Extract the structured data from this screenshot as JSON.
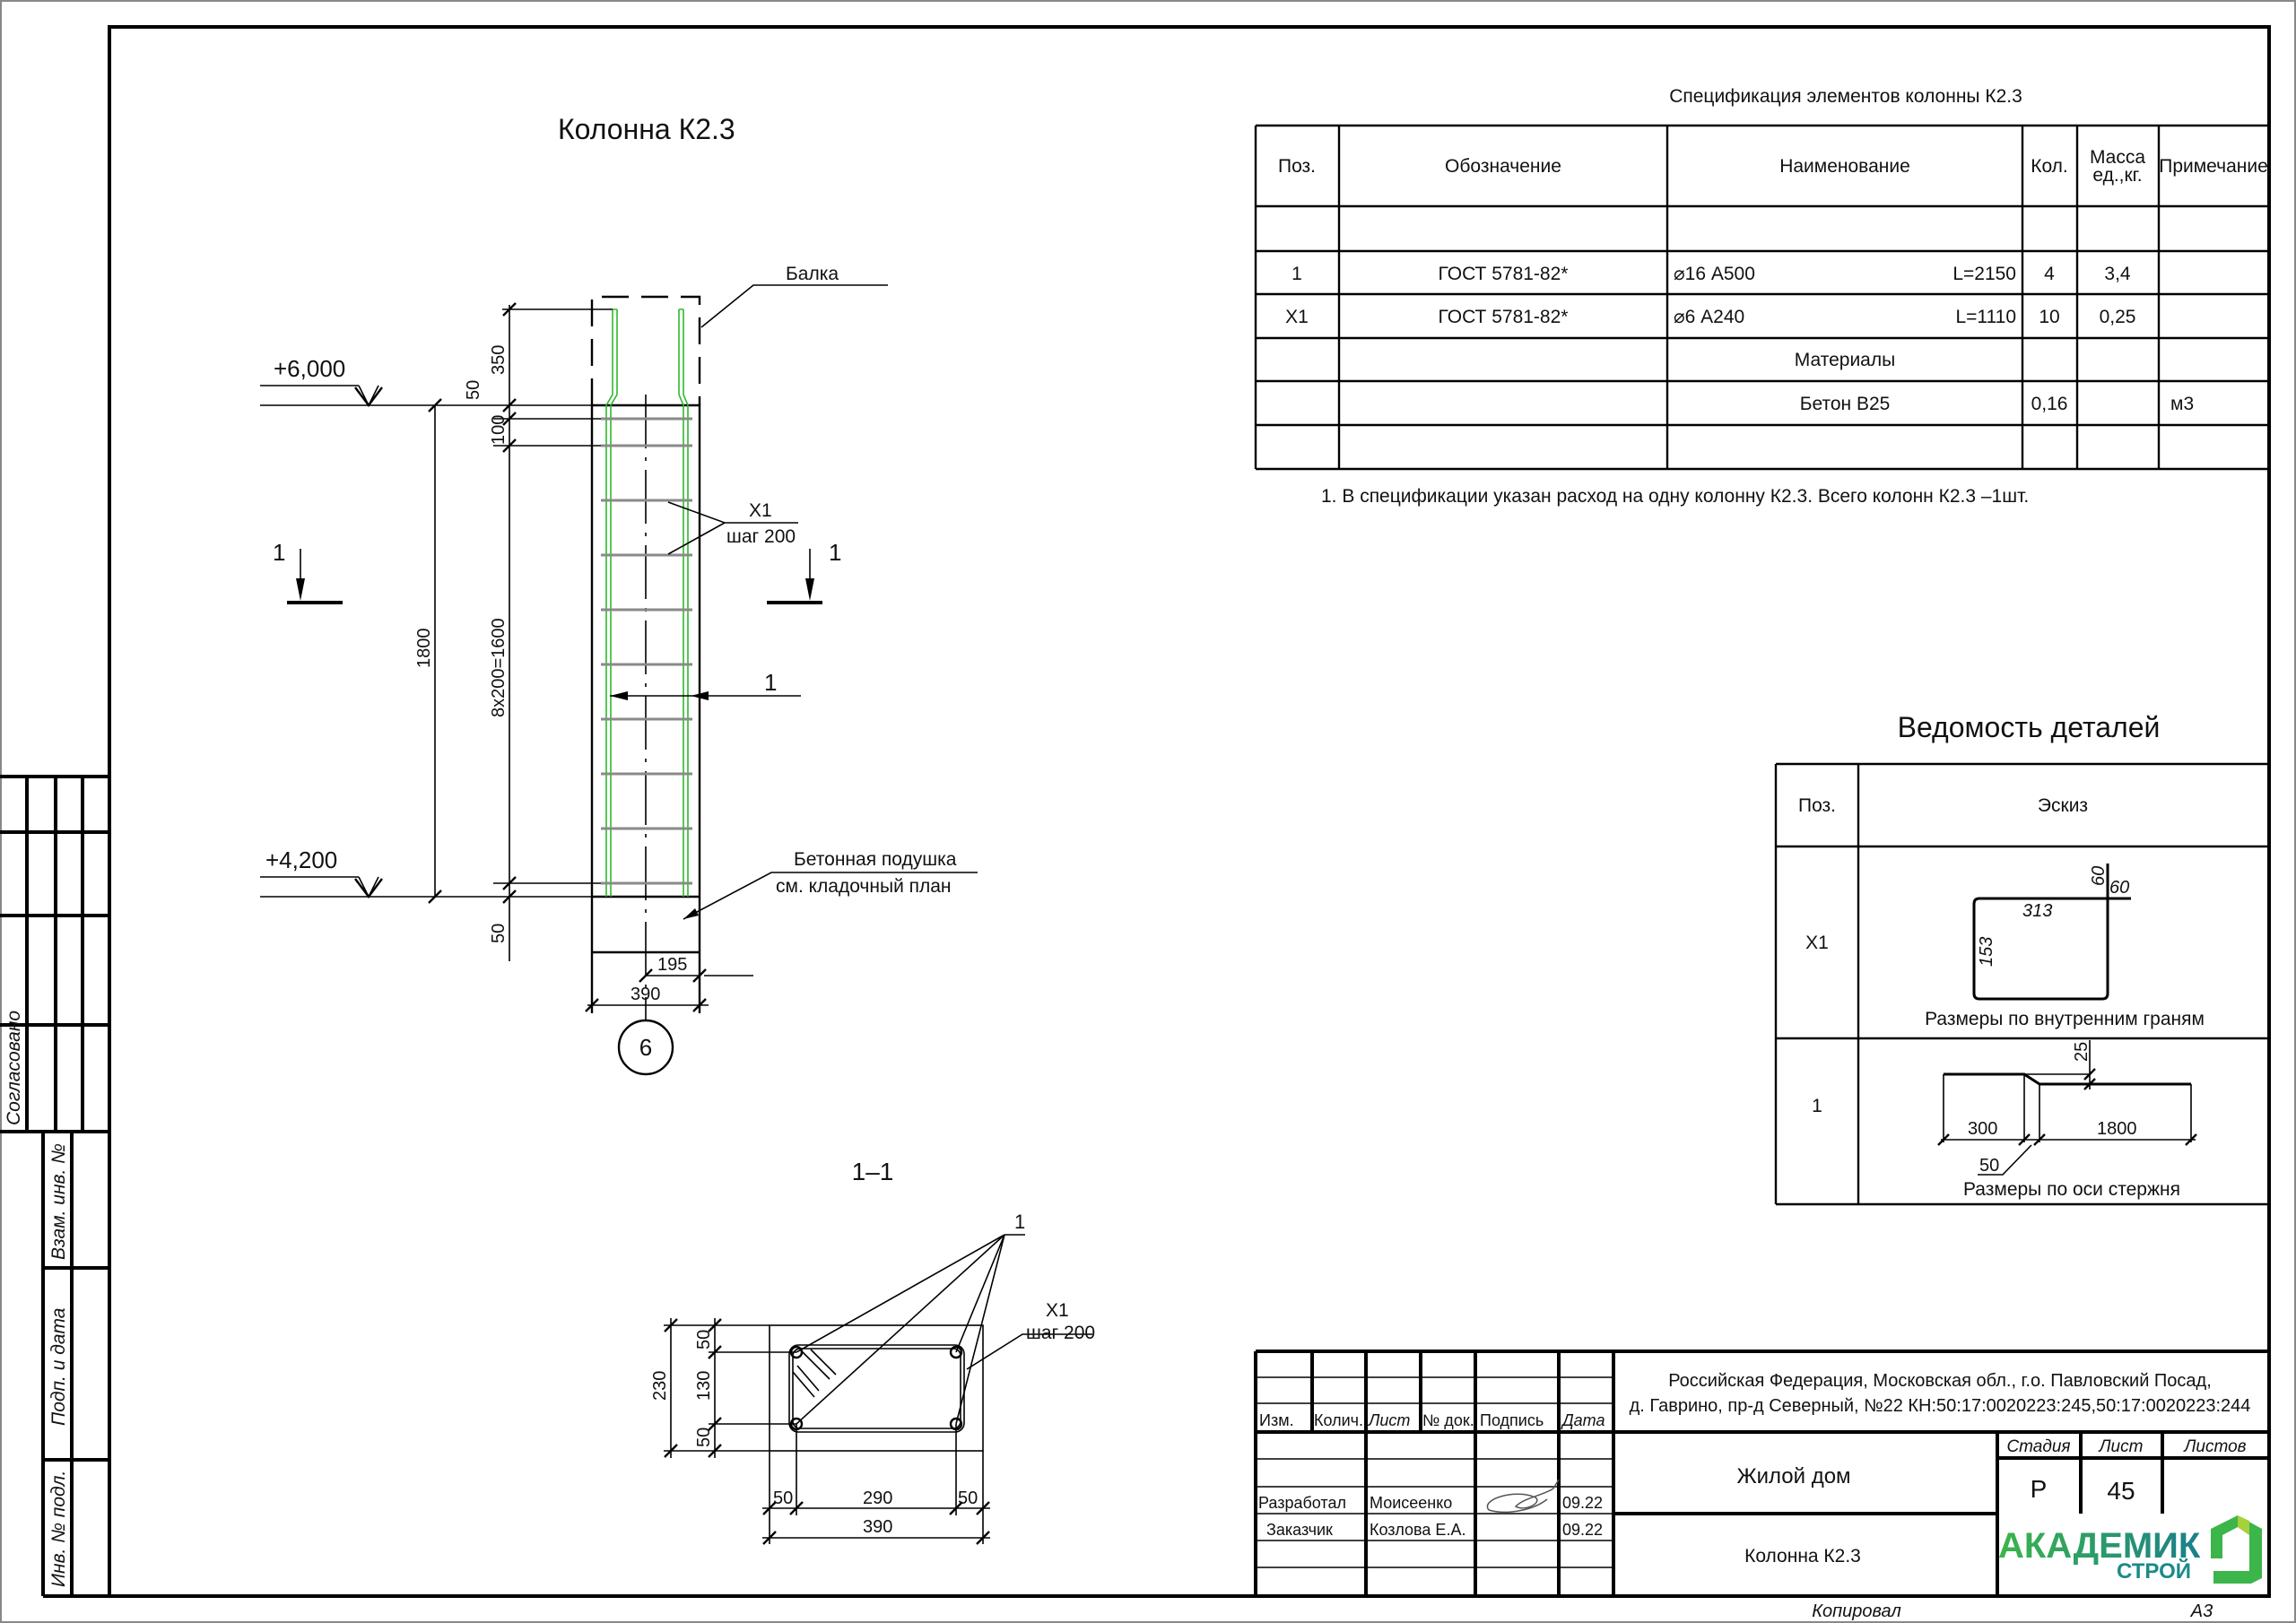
{
  "drawing": {
    "title": "Колонна К2.3",
    "labels": {
      "beam": "Балка",
      "elev_top": "+6,000",
      "elev_bottom": "+4,200",
      "dim_350": "350",
      "dim_50_top": "50",
      "dim_100": "100",
      "dim_1800": "1800",
      "dim_spacing": "8x200=1600",
      "dim_50_bottom": "50",
      "dim_195": "195",
      "dim_390": "390",
      "axis": "6",
      "stirrup_mark": "Х1",
      "stirrup_step": "шаг 200",
      "section_left": "1",
      "section_right": "1",
      "bar_mark": "1",
      "pad_line1": "Бетонная подушка",
      "pad_line2": "см. кладочный план"
    },
    "stirrup_count": 10
  },
  "section": {
    "title": "1–1",
    "bar_mark": "1",
    "stirrup_mark": "Х1",
    "stirrup_step": "шаг 200",
    "dims": {
      "h_total": "230",
      "h_top": "50",
      "h_mid": "130",
      "h_bot": "50",
      "w_left": "50",
      "w_mid": "290",
      "w_right": "50",
      "w_total": "390"
    }
  },
  "spec": {
    "title": "Спецификация элементов колонны К2.3",
    "headers": [
      "Поз.",
      "Обозначение",
      "Наименование",
      "Кол.",
      "Масса",
      "ед.,кг.",
      "Примечание"
    ],
    "rows": [
      {
        "pos": "1",
        "doc": "ГОСТ 5781-82*",
        "name": "⌀16 А500",
        "len": "L=2150",
        "qty": "4",
        "mass": "3,4",
        "note": ""
      },
      {
        "pos": "Х1",
        "doc": "ГОСТ 5781-82*",
        "name": "⌀6 А240",
        "len": "L=1110",
        "qty": "10",
        "mass": "0,25",
        "note": ""
      }
    ],
    "materials_header": "Материалы",
    "material": {
      "name": "Бетон В25",
      "qty": "0,16",
      "note": "м3"
    },
    "footnote": "1. В спецификации указан расход на одну колонну К2.3. Всего колонн К2.3 –1шт."
  },
  "details": {
    "title": "Ведомость деталей",
    "headers": [
      "Поз.",
      "Эскиз"
    ],
    "rows": [
      {
        "pos": "Х1",
        "dims": [
          "313",
          "153",
          "60",
          "60"
        ],
        "caption": "Размеры по внутренним граням"
      },
      {
        "pos": "1",
        "dims": [
          "300",
          "1800",
          "50",
          "25"
        ],
        "caption": "Размеры по оси стержня"
      }
    ]
  },
  "side_stamp": {
    "agreed": "Согласовано",
    "replace_inv": "Взам. инв. №",
    "sign_date": "Подп. и дата",
    "inv_orig": "Инв. № подл."
  },
  "title_block": {
    "headers": [
      "Изм.",
      "Колич.",
      "Лист",
      "№ док.",
      "Подпись",
      "Дата"
    ],
    "people": [
      {
        "role": "Разработал",
        "name": "Моисеенко",
        "date": "09.22"
      },
      {
        "role": "Заказчик",
        "name": "Козлова Е.А.",
        "date": "09.22"
      }
    ],
    "address_line1": "Российская Федерация, Московская обл., г.о. Павловский Посад,",
    "address_line2": "д. Гаврино, пр-д Северный, №22 КН:50:17:0020223:245,50:17:0020223:244",
    "object": "Жилой дом",
    "sheet_title": "Колонна К2.3",
    "stage_label": "Стадия",
    "sheet_label": "Лист",
    "sheets_label": "Листов",
    "stage": "Р",
    "sheet": "45",
    "sheets": "",
    "logo_main": "АКАДЕМИК",
    "logo_sub": "СТРОЙ",
    "copied": "Копировал",
    "format": "А3"
  },
  "colors": {
    "rebar": "#2fb82f",
    "logo_green": "#3cb54a",
    "logo_teal": "#1a8a8a"
  }
}
